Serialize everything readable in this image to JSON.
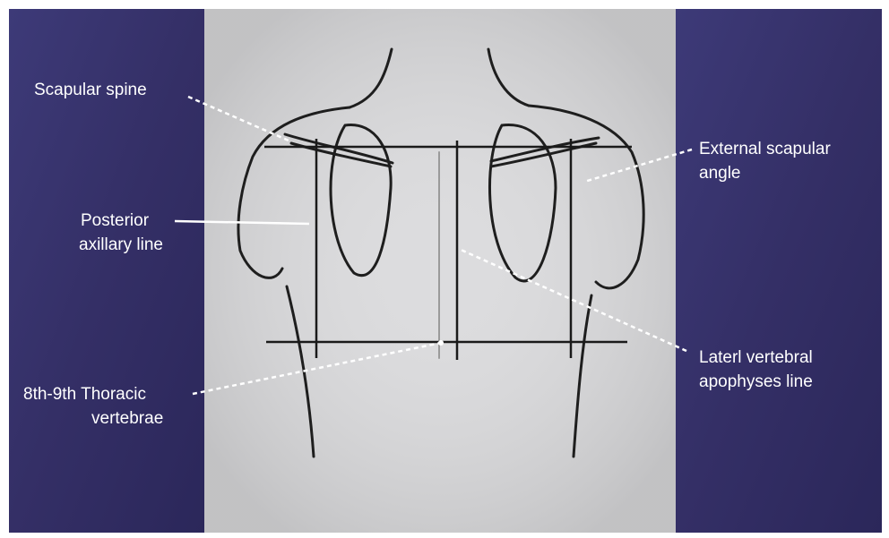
{
  "colors": {
    "background_panel": "#3a3670",
    "center_panel": "#d9d9dc",
    "label_text": "#ffffff",
    "body_outline": "#1e1e1e",
    "reference_lines": "#1a1a1a",
    "pointer_dashed": "#ffffff",
    "pointer_solid": "#ffffff"
  },
  "labels": {
    "scapular_spine": "Scapular spine",
    "posterior_axillary_line_1": "Posterior",
    "posterior_axillary_line_2": "axillary line",
    "thoracic_vertebrae_1": "8th-9th Thoracic",
    "thoracic_vertebrae_2": "vertebrae",
    "external_scapular_angle_1": "External scapular",
    "external_scapular_angle_2": "angle",
    "lateral_vertebral_line_1": "Laterl vertebral",
    "lateral_vertebral_line_2": "apophyses line"
  }
}
